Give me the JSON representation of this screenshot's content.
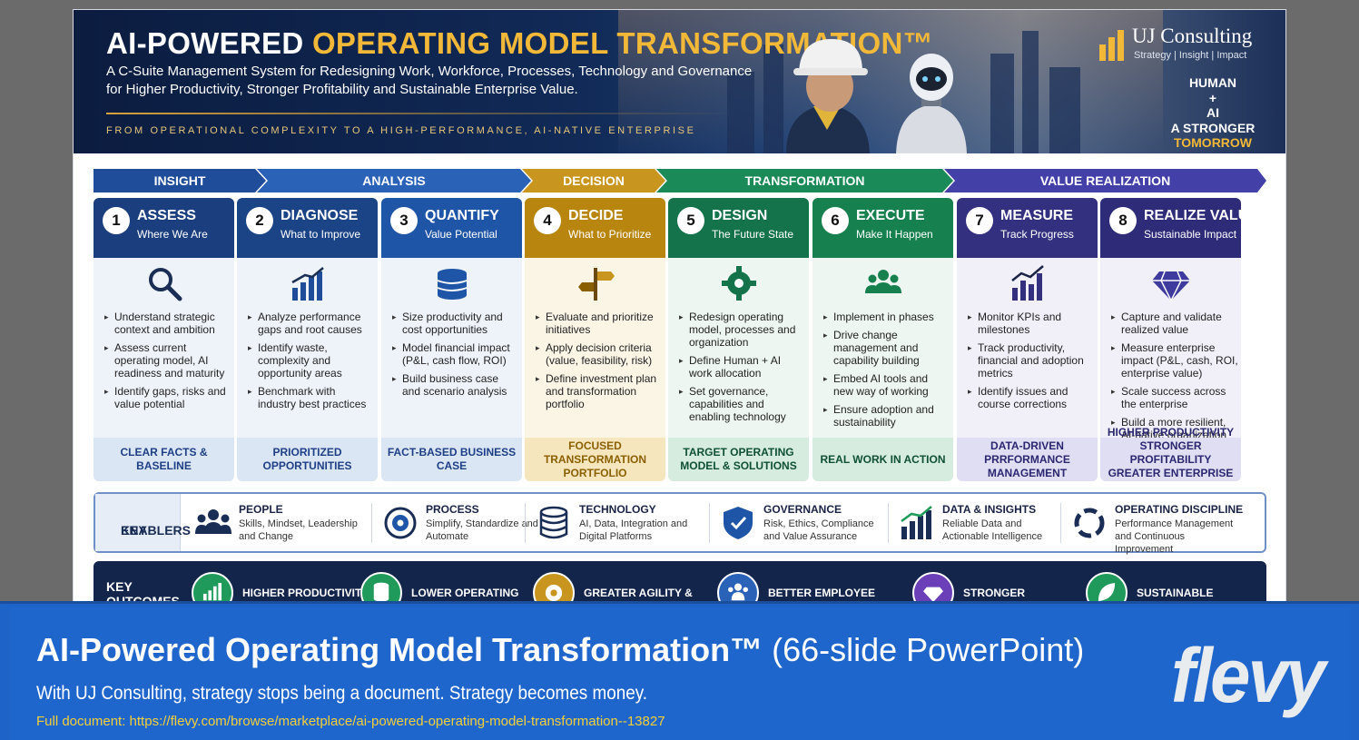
{
  "hero": {
    "title_white": "AI-POWERED ",
    "title_gold": "OPERATING MODEL TRANSFORMATION™",
    "subtitle_1": "A C-Suite Management System  for Redesigning Work, Workforce, Processes, Technology and Governance",
    "subtitle_2": "for Higher Productivity, Stronger Profitability and Sustainable Enterprise Value.",
    "tagline": "FROM OPERATIONAL COMPLEXITY TO A HIGH-PERFORMANCE, AI-NATIVE ENTERPRISE",
    "brand_name": "UJ Consulting",
    "brand_tag": "Strategy  |  Insight  |  Impact",
    "hai_1": "HUMAN",
    "hai_2": "+",
    "hai_3": "AI",
    "hai_4": "A STRONGER",
    "hai_5": "TOMORROW"
  },
  "phases": [
    {
      "label": "INSIGHT",
      "color": "#1f4d99"
    },
    {
      "label": "ANALYSIS",
      "color": "#2a62b8"
    },
    {
      "label": "DECISION",
      "color": "#c8961e"
    },
    {
      "label": "TRANSFORMATION",
      "color": "#1a8a58"
    },
    {
      "label": "VALUE REALIZATION",
      "color": "#4340a8"
    }
  ],
  "steps": [
    {
      "num": "1",
      "title": "ASSESS",
      "sub": "Where We Are",
      "icon": "magnifier-icon",
      "head": "#1b3f7e",
      "body": "#eef3fa",
      "foot": "#dbe6f4",
      "footText": "#1e3f86",
      "bullets": [
        "Understand strategic context and ambition",
        "Assess current operating model, AI readiness and maturity",
        "Identify gaps, risks and value potential"
      ],
      "outcome": "CLEAR FACTS & BASELINE"
    },
    {
      "num": "2",
      "title": "DIAGNOSE",
      "sub": "What to Improve",
      "icon": "bar-growth-icon",
      "head": "#1b4486",
      "body": "#eef3fa",
      "foot": "#dbe6f4",
      "footText": "#1e3f86",
      "bullets": [
        "Analyze performance gaps and root causes",
        "Identify waste, complexity and opportunity areas",
        "Benchmark with industry best practices"
      ],
      "outcome": "PRIORITIZED OPPORTUNITIES"
    },
    {
      "num": "3",
      "title": "QUANTIFY",
      "sub": "Value Potential",
      "icon": "coin-stack-icon",
      "head": "#1f55a6",
      "body": "#eef3fa",
      "foot": "#dbe6f4",
      "footText": "#1e3f86",
      "bullets": [
        "Size productivity and cost opportunities",
        "Model financial impact (P&L, cash flow, ROI)",
        "Build business case and scenario analysis"
      ],
      "outcome": "FACT-BASED BUSINESS CASE"
    },
    {
      "num": "4",
      "title": "DECIDE",
      "sub": "What to Prioritize",
      "icon": "signpost-icon",
      "head": "#b8860f",
      "body": "#fbf5e6",
      "foot": "#f6e6bd",
      "footText": "#8a5f00",
      "bullets": [
        "Evaluate and prioritize initiatives",
        "Apply decision criteria (value, feasibility, risk)",
        "Define investment plan and transformation portfolio"
      ],
      "outcome": "FOCUSED TRANSFORMATION PORTFOLIO"
    },
    {
      "num": "5",
      "title": "DESIGN",
      "sub": "The Future State",
      "icon": "gear-icon",
      "head": "#14734a",
      "body": "#edf6f0",
      "foot": "#d6ecdf",
      "footText": "#0f5033",
      "bullets": [
        "Redesign operating model, processes and organization",
        "Define Human + AI work allocation",
        "Set governance, capabilities and enabling technology"
      ],
      "outcome": "TARGET OPERATING MODEL & SOLUTIONS"
    },
    {
      "num": "6",
      "title": "EXECUTE",
      "sub": "Make It Happen",
      "icon": "team-icon",
      "head": "#17804f",
      "body": "#edf6f0",
      "foot": "#d6ecdf",
      "footText": "#0f5033",
      "bullets": [
        "Implement in phases",
        "Drive change management and capability building",
        "Embed AI tools and new way of working",
        "Ensure adoption and sustainability"
      ],
      "outcome": "REAL WORK IN ACTION"
    },
    {
      "num": "7",
      "title": "MEASURE",
      "sub": "Track Progress",
      "icon": "kpi-chart-icon",
      "head": "#33307f",
      "body": "#f1f0f9",
      "foot": "#e0def2",
      "footText": "#2a2770",
      "bullets": [
        "Monitor KPIs and milestones",
        "Track productivity, financial and adoption metrics",
        "Identify issues and course corrections"
      ],
      "outcome": "DATA-DRIVEN PRRFORMANCE MANAGEMENT"
    },
    {
      "num": "8",
      "title": "REALIZE VALUE",
      "sub": "Sustainable Impact",
      "icon": "diamond-icon",
      "head": "#2e2b78",
      "body": "#f1f0f9",
      "foot": "#e0def2",
      "footText": "#2a2770",
      "bullets": [
        "Capture and validate realized value",
        "Measure enterprise impact (P&L, cash, ROI, enterprise value)",
        "Scale success across the enterprise",
        "Build a more resilient, AI-native organization"
      ],
      "outcome": "HIGHER PRODUCTIVITY STRONGER PROFITABILITY GREATER ENTERPRISE VALUE"
    }
  ],
  "enablers": {
    "label_1": "KEY",
    "label_2": "ENABLERS",
    "items": [
      {
        "title": "PEOPLE",
        "desc": "Skills, Mindset, Leadership and Change",
        "icon": "people-icon"
      },
      {
        "title": "PROCESS",
        "desc": "Simplify, Standardize and Automate",
        "icon": "process-gear-icon"
      },
      {
        "title": "TECHNOLOGY",
        "desc": "AI, Data, Integration and Digital Platforms",
        "icon": "database-icon"
      },
      {
        "title": "GOVERNANCE",
        "desc": "Risk, Ethics, Compliance and Value Assurance",
        "icon": "shield-icon"
      },
      {
        "title": "DATA & INSIGHTS",
        "desc": "Reliable Data and Actionable Intelligence",
        "icon": "insight-chart-icon"
      },
      {
        "title": "OPERATING DISCIPLINE",
        "desc": "Performance Management and Continuous Improvement",
        "icon": "cycle-icon"
      }
    ]
  },
  "outcomes": {
    "label_1": "KEY",
    "label_2": "OUTCOMES",
    "items": [
      {
        "title": "HIGHER PRODUCTIVITY",
        "icon": "productivity-icon",
        "color": "#1f9a5a"
      },
      {
        "title": "LOWER OPERATING COST",
        "icon": "cost-icon",
        "color": "#1f9a5a"
      },
      {
        "title": "GREATER AGILITY & CAPACITY",
        "icon": "agility-icon",
        "color": "#c8961e"
      },
      {
        "title": "BETTER EMPLOYEE EXPERIENCE",
        "icon": "employee-icon",
        "color": "#2a62b8"
      },
      {
        "title": "STRONGER PROFITABILITY",
        "icon": "profit-diamond-icon",
        "color": "#6a3fb8"
      },
      {
        "title": "SUSTAINABLE ENTERPRISE VALUE",
        "icon": "leaf-icon",
        "color": "#1f9a5a"
      }
    ]
  },
  "banner": {
    "title_bold": "AI-Powered Operating Model Transformation™",
    "title_rest": " (66-slide PowerPoint)",
    "subtitle": "With UJ Consulting, strategy stops being a document. Strategy becomes money.",
    "link": "Full document: https://flevy.com/browse/marketplace/ai-powered-operating-model-transformation--13827",
    "logo": "flevy"
  }
}
